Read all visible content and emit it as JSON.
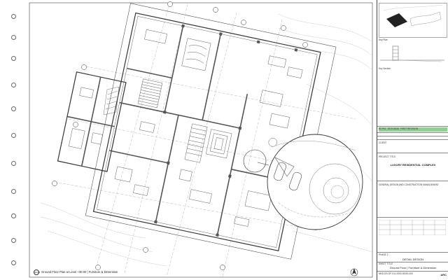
{
  "sheet": {
    "caption": "Ground Floor Plan at Level +30.00 | Furniture & Dimension",
    "caption_number": "GF.01"
  },
  "titleblock": {
    "key_plan_label": "Key Plan",
    "key_section_label": "Key Section",
    "revisions": [
      {
        "no": "R0 Ph1",
        "date": "2019-08-08",
        "desc": "FIRST REVISION"
      }
    ],
    "client_label": "CLIENT",
    "project_title_label": "PROJECT TITLE",
    "project_title": "LUXURY RESIDENTIAL COMPLEX",
    "scope": "GENERAL DESIGN AND CONSTRUCTION MANAGEMENT",
    "phase_label": "PHASE 2",
    "phase_value": "DETAIL DESIGN",
    "sheet_title_label": "SHEET TITLE",
    "sheet_title": "Ground Floor | Furniture & Dimension",
    "drawing_no": "MKD-DD-GF-011-0000-00000-000",
    "logo": "ARC"
  },
  "colors": {
    "line": "#333333",
    "wall": "#555555",
    "highlight": "#8fd18f"
  }
}
